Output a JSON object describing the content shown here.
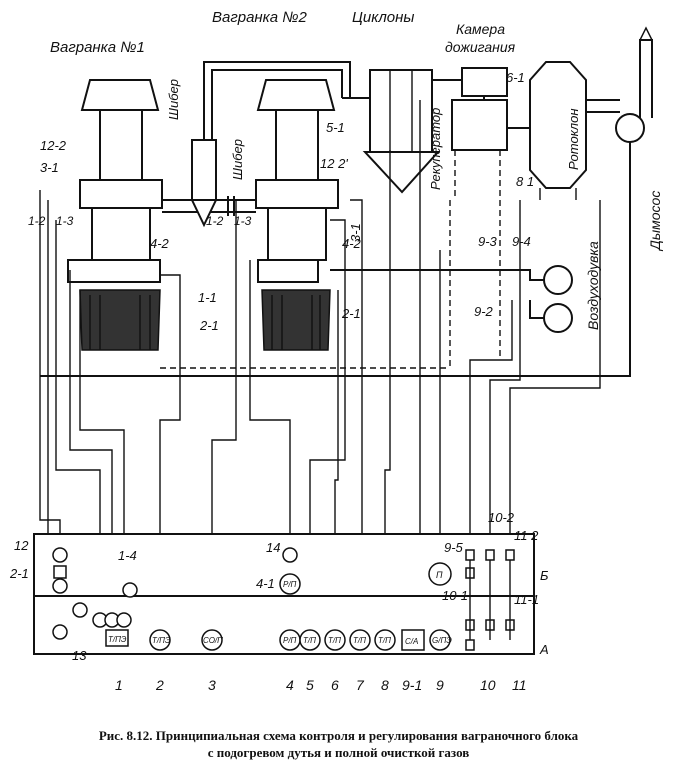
{
  "labels": {
    "furnace1": "Вагранка №1",
    "furnace2": "Вагранка №2",
    "cyclones": "Циклоны",
    "chamber_line1": "Камера",
    "chamber_line2": "дожигания",
    "damper1": "Шибер",
    "damper2": "Шибер",
    "recuperator": "Рекуператор",
    "rotoklon": "Ротоклон",
    "exhauster": "Дымосос",
    "blower": "Воздуходувка"
  },
  "tags": {
    "t12_2": "12-2",
    "t3_1a": "3-1",
    "t1_2a": "1-2",
    "t1_3a": "1-3",
    "t4_2a": "4-2",
    "t1_1a": "1-1",
    "t2_1a": "2-1",
    "t1_2b": "1-2",
    "t1_3b": "1-3",
    "t12_2b": "12 2'",
    "t3_1b": "3-1",
    "t4_2b": "4-2",
    "t2_1b": "2-1",
    "t5_1": "5-1",
    "t6_1": "6-1",
    "t8_1": "8 1",
    "t9_3": "9-3",
    "t9_4": "9-4",
    "t9_2": "9-2",
    "t12": "12",
    "t2_1p": "2-1",
    "t1_4": "1-4",
    "t14": "14",
    "t4_1": "4-1",
    "t9_5": "9-5",
    "t10_2": "10-2",
    "t11_2": "11 2",
    "t10_1": "10-1",
    "t11_1": "11-1",
    "t13": "13",
    "panel_b": "Б",
    "panel_a": "А"
  },
  "instruments": {
    "i1": "T/ПЭ",
    "i2": "T/ПЭ",
    "i3": "СО/П",
    "i4": "P/П",
    "i5": "T/П",
    "i6": "T/П",
    "i7": "T/П",
    "i8": "T/П",
    "i9_1": "С/А",
    "i9": "G/ПЭ",
    "i4_1": "P/П",
    "i9_5": "П"
  },
  "bottom_numbers": [
    "1",
    "2",
    "3",
    "4",
    "5",
    "6",
    "7",
    "8",
    "9-1",
    "9",
    "10",
    "11"
  ],
  "caption": {
    "line1": "Рис. 8.12. Принципиальная схема контроля и регулирования ваграночного блока",
    "line2": "с подогревом дутья и полной очисткой газов"
  }
}
